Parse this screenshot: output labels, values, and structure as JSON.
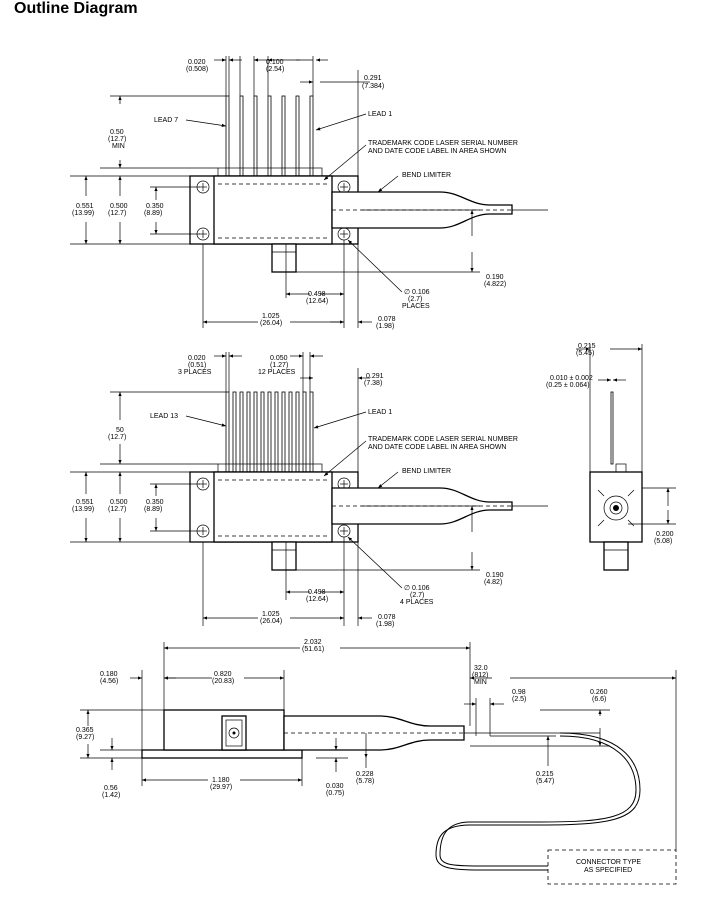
{
  "title": "Outline Diagram",
  "view1": {
    "d_0020": "0.020",
    "d_0020_mm": "(0.508)",
    "d_0100": "0.100",
    "d_0100_mm": "(2.54)",
    "d_0291": "0.291",
    "d_0291_mm": "(7.384)",
    "lead7": "LEAD 7",
    "lead1": "LEAD 1",
    "d_050": "0.50",
    "d_050_mm": "(12.7)",
    "min": "MIN",
    "tm1": "TRADEMARK CODE LASER SERIAL NUMBER",
    "tm2": "AND DATE CODE LABEL IN AREA SHOWN",
    "bend": "BEND LIMITER",
    "d_0551": "0.551",
    "d_0551_mm": "(13.99)",
    "d_0500": "0.500",
    "d_0500_mm": "(12.7)",
    "d_0350": "0.350",
    "d_0350_mm": "(8.89)",
    "d_0498": "0.498",
    "d_0498_mm": "(12.64)",
    "d_0106": "∅ 0.106",
    "d_0106_mm": "(2.7)",
    "places": "PLACES",
    "d_0190": "0.190",
    "d_0190_mm": "(4.822)",
    "d_1025": "1.025",
    "d_1025_mm": "(26.04)",
    "d_0078": "0.078",
    "d_0078_mm": "(1.98)"
  },
  "view2": {
    "d_0020": "0.020",
    "d_0020_mm": "(0.51)",
    "places3": "3 PLACES",
    "d_0050": "0.050",
    "d_0050_mm": "(1.27)",
    "places12": "12 PLACES",
    "d_0291": "0.291",
    "d_0291_mm": "(7.38)",
    "lead13": "LEAD 13",
    "lead1": "LEAD 1",
    "d_50": "50",
    "d_50_mm": "(12.7)",
    "tm1": "TRADEMARK CODE LASER SERIAL NUMBER",
    "tm2": "AND DATE CODE LABEL IN AREA SHOWN",
    "bend": "BEND LIMITER",
    "d_0551": "0.551",
    "d_0551_mm": "(13.99)",
    "d_0500": "0.500",
    "d_0500_mm": "(12.7)",
    "d_0350": "0.350",
    "d_0350_mm": "(8.89)",
    "d_0498": "0.498",
    "d_0498_mm": "(12.64)",
    "d_0106": "∅ 0.106",
    "d_0106_mm": "(2.7)",
    "places4": "4 PLACES",
    "d_0190": "0.190",
    "d_0190_mm": "(4.82)",
    "d_1025": "1.025",
    "d_1025_mm": "(26.04)",
    "d_0078": "0.078",
    "d_0078_mm": "(1.98)"
  },
  "end_view": {
    "d_0215": "0.215",
    "d_0215_mm": "(5.45)",
    "d_0010": "0.010 ± 0.002",
    "d_0010_mm": "(0.25 ± 0.064)",
    "d_0200": "0.200",
    "d_0200_mm": "(5.08)"
  },
  "side_view": {
    "d_2032": "2.032",
    "d_2032_mm": "(51.61)",
    "d_0180": "0.180",
    "d_0180_mm": "(4.56)",
    "d_0820": "0.820",
    "d_0820_mm": "(20.83)",
    "d_320": "32.0",
    "d_320_mm": "(812)",
    "min": "MIN",
    "d_098": "0.98",
    "d_098_mm": "(2.5)",
    "d_0260": "0.260",
    "d_0260_mm": "(6.6)",
    "d_0365": "0.365",
    "d_0365_mm": "(9.27)",
    "d_056": "0.56",
    "d_056_mm": "(1.42)",
    "d_1180": "1.180",
    "d_1180_mm": "(29.97)",
    "d_0030": "0.030",
    "d_0030_mm": "(0.75)",
    "d_0228": "0.228",
    "d_0228_mm": "(5.78)",
    "d_0215": "0.215",
    "d_0215_mm": "(5.47)",
    "conn1": "CONNECTOR TYPE",
    "conn2": "AS SPECIFIED"
  }
}
